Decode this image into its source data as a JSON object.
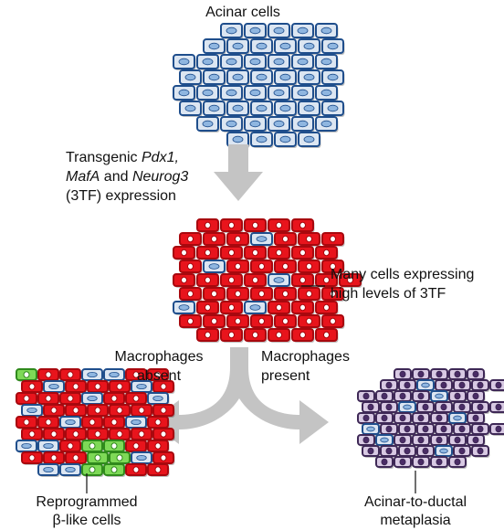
{
  "colors": {
    "acinar_fill": "#dce6f2",
    "acinar_border": "#1f4e8c",
    "acinar_nucleus": "#8fb6e0",
    "tf_fill": "#e8141c",
    "tf_border": "#a8080e",
    "beta_fill": "#7ed957",
    "beta_border": "#2f8a1c",
    "metaplasia_fill": "#d8c9e3",
    "metaplasia_border": "#3e2856",
    "metaplasia_nucleus": "#4a2c66",
    "arrow": "#c4c4c4"
  },
  "labels": {
    "acinar_title": "Acinar cells",
    "transgenic_line1": "Transgenic ",
    "pdx1": "Pdx1,",
    "mafa": "MafA",
    "and_word": " and ",
    "neurog3": "Neurog3",
    "transgenic_line3": "(3TF) expression",
    "many_line1": "Many cells expressing",
    "many_line2": "high levels of 3TF",
    "absent_line1": "Macrophages",
    "absent_line2": "absent",
    "present_line1": "Macrophages",
    "present_line2": "present",
    "reprog_line1": "Reprogrammed",
    "reprog_line2": "β-like cells",
    "adm_line1": "Acinar-to-ductal",
    "adm_line2": "metaplasia"
  }
}
